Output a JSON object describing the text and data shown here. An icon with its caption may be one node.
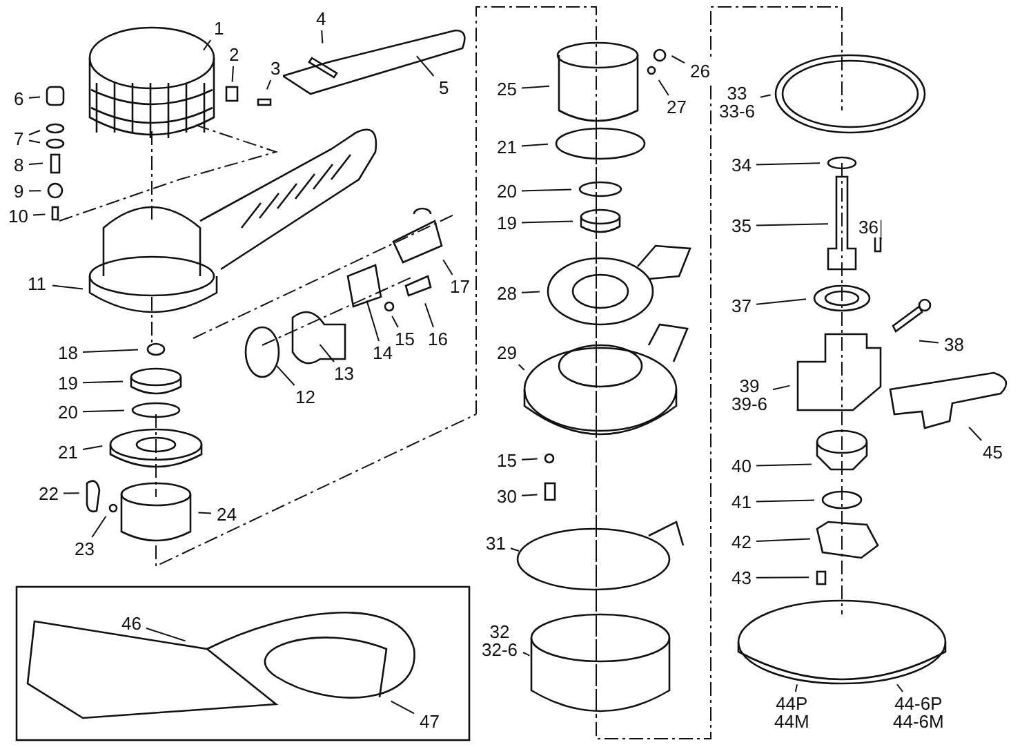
{
  "diagram": {
    "nodes": [
      {
        "text": [
          "1"
        ]
      },
      {
        "text": [
          "2"
        ]
      },
      {
        "text": [
          "3"
        ]
      },
      {
        "text": [
          "4"
        ]
      },
      {
        "text": [
          "5"
        ]
      },
      {
        "text": [
          "6"
        ]
      },
      {
        "text": [
          "7"
        ]
      },
      {
        "text": [
          "8"
        ]
      },
      {
        "text": [
          "9"
        ]
      },
      {
        "text": [
          "10"
        ]
      },
      {
        "text": [
          "11"
        ]
      },
      {
        "text": [
          "12"
        ]
      },
      {
        "text": [
          "13"
        ]
      },
      {
        "text": [
          "14"
        ]
      },
      {
        "text": [
          "15"
        ]
      },
      {
        "text": [
          "16"
        ]
      },
      {
        "text": [
          "17"
        ]
      },
      {
        "text": [
          "18"
        ]
      },
      {
        "text": [
          "19"
        ]
      },
      {
        "text": [
          "20"
        ]
      },
      {
        "text": [
          "21"
        ]
      },
      {
        "text": [
          "22"
        ]
      },
      {
        "text": [
          "23"
        ]
      },
      {
        "text": [
          "24"
        ]
      },
      {
        "text": [
          "25"
        ]
      },
      {
        "text": [
          "26"
        ]
      },
      {
        "text": [
          "27"
        ]
      },
      {
        "text": [
          "21"
        ]
      },
      {
        "text": [
          "20"
        ]
      },
      {
        "text": [
          "19"
        ]
      },
      {
        "text": [
          "28"
        ]
      },
      {
        "text": [
          "29"
        ]
      },
      {
        "text": [
          "15"
        ]
      },
      {
        "text": [
          "30"
        ]
      },
      {
        "text": [
          "31"
        ]
      },
      {
        "text": [
          "32",
          "32-6"
        ]
      },
      {
        "text": [
          "33",
          "33-6"
        ]
      },
      {
        "text": [
          "34"
        ]
      },
      {
        "text": [
          "35"
        ]
      },
      {
        "text": [
          "36"
        ]
      },
      {
        "text": [
          "37"
        ]
      },
      {
        "text": [
          "38"
        ]
      },
      {
        "text": [
          "39",
          "39-6"
        ]
      },
      {
        "text": [
          "40"
        ]
      },
      {
        "text": [
          "41"
        ]
      },
      {
        "text": [
          "42"
        ]
      },
      {
        "text": [
          "43"
        ]
      },
      {
        "text": [
          "44P",
          "44M"
        ]
      },
      {
        "text": [
          "44-6P",
          "44-6M"
        ]
      },
      {
        "text": [
          "45"
        ]
      },
      {
        "text": [
          "46"
        ]
      },
      {
        "text": [
          "47"
        ]
      }
    ],
    "edges": [
      {
        "from": 0,
        "to": null,
        "arrow": "none"
      },
      {
        "from": 1,
        "to": null,
        "arrow": "none"
      },
      {
        "from": 2,
        "to": null,
        "arrow": "none"
      },
      {
        "from": 3,
        "to": null,
        "arrow": "none"
      },
      {
        "from": 4,
        "to": null,
        "arrow": "none"
      },
      {
        "from": 5,
        "to": null,
        "arrow": "none"
      },
      {
        "from": 6,
        "to": null,
        "arrow": "none"
      },
      {
        "from": 6,
        "to": null,
        "arrow": "none"
      },
      {
        "from": 7,
        "to": null,
        "arrow": "none"
      },
      {
        "from": 8,
        "to": null,
        "arrow": "none"
      },
      {
        "from": 9,
        "to": null,
        "arrow": "none"
      },
      {
        "from": 10,
        "to": null,
        "arrow": "none"
      },
      {
        "from": 11,
        "to": null,
        "arrow": "none"
      },
      {
        "from": 12,
        "to": null,
        "arrow": "none"
      },
      {
        "from": 13,
        "to": null,
        "arrow": "none"
      },
      {
        "from": 14,
        "to": null,
        "arrow": "none"
      },
      {
        "from": 15,
        "to": null,
        "arrow": "none"
      },
      {
        "from": 16,
        "to": null,
        "arrow": "none"
      },
      {
        "from": 17,
        "to": null,
        "arrow": "none"
      },
      {
        "from": 18,
        "to": null,
        "arrow": "none"
      },
      {
        "from": 19,
        "to": null,
        "arrow": "none"
      },
      {
        "from": 20,
        "to": null,
        "arrow": "none"
      },
      {
        "from": 21,
        "to": null,
        "arrow": "none"
      },
      {
        "from": 22,
        "to": null,
        "arrow": "none"
      },
      {
        "from": 23,
        "to": null,
        "arrow": "none"
      },
      {
        "from": 24,
        "to": null,
        "arrow": "none"
      },
      {
        "from": 25,
        "to": null,
        "arrow": "none"
      },
      {
        "from": 26,
        "to": null,
        "arrow": "none"
      },
      {
        "from": 27,
        "to": null,
        "arrow": "none"
      },
      {
        "from": 28,
        "to": null,
        "arrow": "none"
      },
      {
        "from": 29,
        "to": null,
        "arrow": "none"
      },
      {
        "from": 30,
        "to": null,
        "arrow": "none"
      },
      {
        "from": 31,
        "to": null,
        "arrow": "none"
      },
      {
        "from": 32,
        "to": null,
        "arrow": "none"
      },
      {
        "from": 33,
        "to": null,
        "arrow": "none"
      },
      {
        "from": 34,
        "to": null,
        "arrow": "none"
      },
      {
        "from": 35,
        "to": null,
        "arrow": "none"
      },
      {
        "from": 36,
        "to": null,
        "arrow": "none"
      },
      {
        "from": 37,
        "to": null,
        "arrow": "none"
      },
      {
        "from": 38,
        "to": null,
        "arrow": "none"
      },
      {
        "from": 39,
        "to": null,
        "arrow": "none"
      },
      {
        "from": 40,
        "to": null,
        "arrow": "none"
      },
      {
        "from": 41,
        "to": null,
        "arrow": "none"
      },
      {
        "from": 42,
        "to": null,
        "arrow": "none"
      },
      {
        "from": 43,
        "to": null,
        "arrow": "none"
      },
      {
        "from": 44,
        "to": null,
        "arrow": "none"
      },
      {
        "from": 45,
        "to": null,
        "arrow": "none"
      },
      {
        "from": 46,
        "to": null,
        "arrow": "none"
      },
      {
        "from": 47,
        "to": null,
        "arrow": "none"
      },
      {
        "from": 48,
        "to": null,
        "arrow": "none"
      },
      {
        "from": 49,
        "to": null,
        "arrow": "none"
      },
      {
        "from": 50,
        "to": null,
        "arrow": "none"
      },
      {
        "from": 51,
        "to": null,
        "arrow": "none"
      }
    ]
  }
}
